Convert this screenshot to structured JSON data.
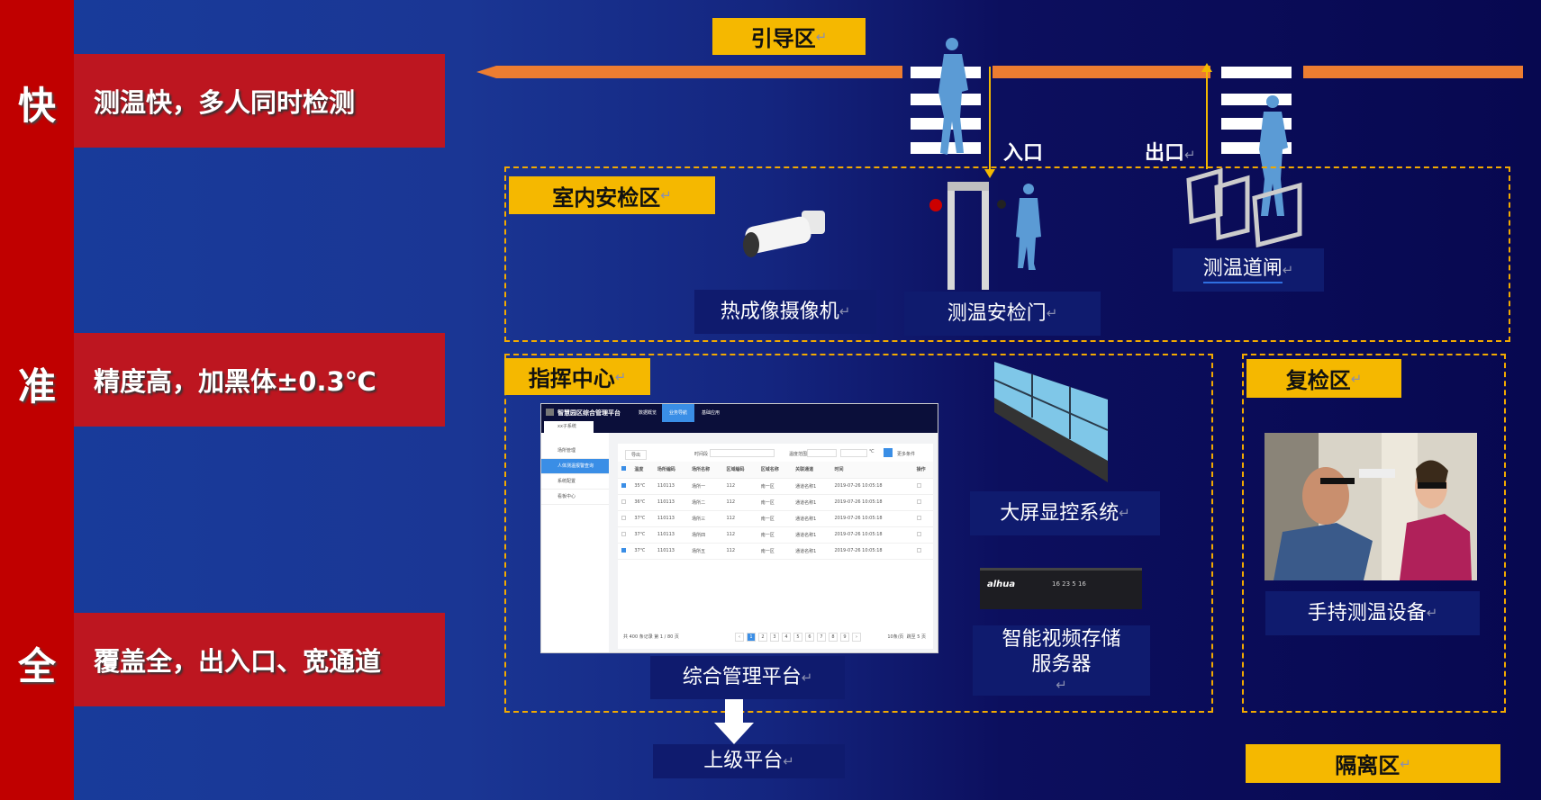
{
  "features": [
    {
      "char": "快",
      "text": "测温快，多人同时检测"
    },
    {
      "char": "准",
      "text": "精度高，加黑体±0.3℃"
    },
    {
      "char": "全",
      "text": "覆盖全，出入口、宽通道"
    }
  ],
  "zones": {
    "guide": "引导区",
    "indoor": "室内安检区",
    "command": "指挥中心",
    "recheck": "复检区",
    "isolation": "隔离区"
  },
  "flow": {
    "entry": "入口",
    "exit": "出口"
  },
  "devices": {
    "camera": "热成像摄像机",
    "gate": "测温安检门",
    "turnstile": "测温道闸",
    "videowall": "大屏显控系统",
    "nvr": "智能视频存储服务器",
    "platform": "综合管理平台",
    "upper": "上级平台",
    "handheld": "手持测温设备"
  },
  "nvr_display": "16 23 5 16",
  "nvr_brand": "alhua",
  "mini": {
    "title": "智慧园区综合管理平台",
    "nav": [
      "数据概览",
      "业务导航",
      "基础应用"
    ],
    "tab": "xx子系统",
    "side": [
      "场所管理",
      "人体测温报警查询",
      "系统配置",
      "看板中心"
    ],
    "export": "导出",
    "time_label": "时间段",
    "temp_label": "温度范围",
    "unit": "℃",
    "more": "更多条件",
    "columns": [
      "温度",
      "场所编码",
      "场所名称",
      "区域编码",
      "区域名称",
      "关联通道",
      "时间",
      "操作"
    ],
    "rows": [
      {
        "checked": true,
        "cells": [
          "35℃",
          "110113",
          "场所一",
          "112",
          "南一区",
          "通道名称1",
          "2019-07-26 10:05:18"
        ]
      },
      {
        "checked": false,
        "cells": [
          "36℃",
          "110113",
          "场所二",
          "112",
          "南一区",
          "通道名称1",
          "2019-07-26 10:05:18"
        ]
      },
      {
        "checked": false,
        "cells": [
          "37℃",
          "110113",
          "场所三",
          "112",
          "南一区",
          "通道名称1",
          "2019-07-26 10:05:18"
        ]
      },
      {
        "checked": false,
        "cells": [
          "37℃",
          "110113",
          "场所四",
          "112",
          "南一区",
          "通道名称1",
          "2019-07-26 10:05:18"
        ]
      },
      {
        "checked": true,
        "cells": [
          "37℃",
          "110113",
          "场所五",
          "112",
          "南一区",
          "通道名称1",
          "2019-07-26 10:05:18"
        ]
      }
    ],
    "footer": "共 400 条记录 第 1 / 80 页",
    "pages": [
      "1",
      "2",
      "3",
      "4",
      "5",
      "6",
      "7",
      "8",
      "9"
    ],
    "page_size": "10条/页",
    "jump_label": "跳至",
    "jump_value": "5",
    "page_unit": "页"
  }
}
